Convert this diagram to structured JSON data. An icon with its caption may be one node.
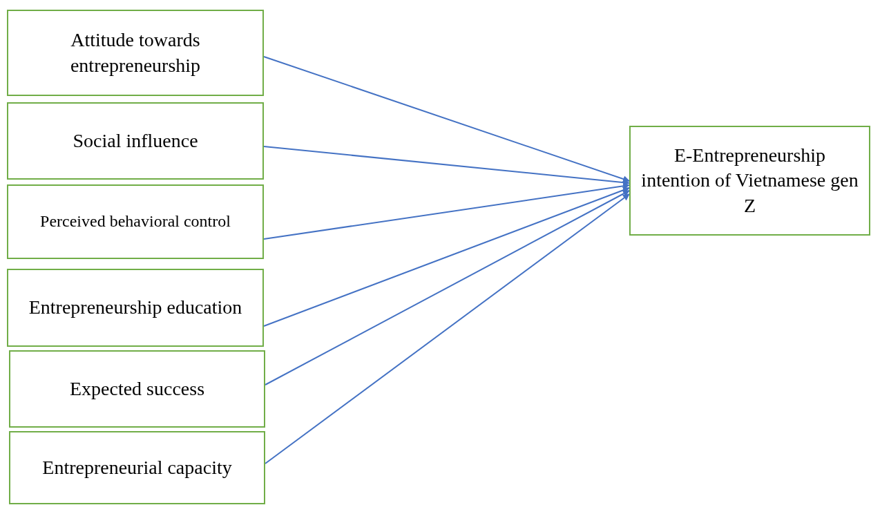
{
  "diagram": {
    "nodes": [
      {
        "text": [
          "Attitude towards entrepreneurship"
        ]
      },
      {
        "text": [
          "Social influence"
        ]
      },
      {
        "text": [
          "Perceived behavioral control"
        ]
      },
      {
        "text": [
          "Entrepreneurship education"
        ]
      },
      {
        "text": [
          "Expected success"
        ]
      },
      {
        "text": [
          "Entrepreneurial capacity"
        ]
      },
      {
        "text": [
          "E-Entrepreneurship intention of Vietnamese gen Z"
        ]
      }
    ],
    "edges": [
      {
        "from": 0,
        "to": 6,
        "arrow": "to"
      },
      {
        "from": 1,
        "to": 6,
        "arrow": "to"
      },
      {
        "from": 2,
        "to": 6,
        "arrow": "to"
      },
      {
        "from": 3,
        "to": 6,
        "arrow": "to"
      },
      {
        "from": 4,
        "to": 6,
        "arrow": "to"
      },
      {
        "from": 5,
        "to": 6,
        "arrow": "to"
      }
    ]
  }
}
